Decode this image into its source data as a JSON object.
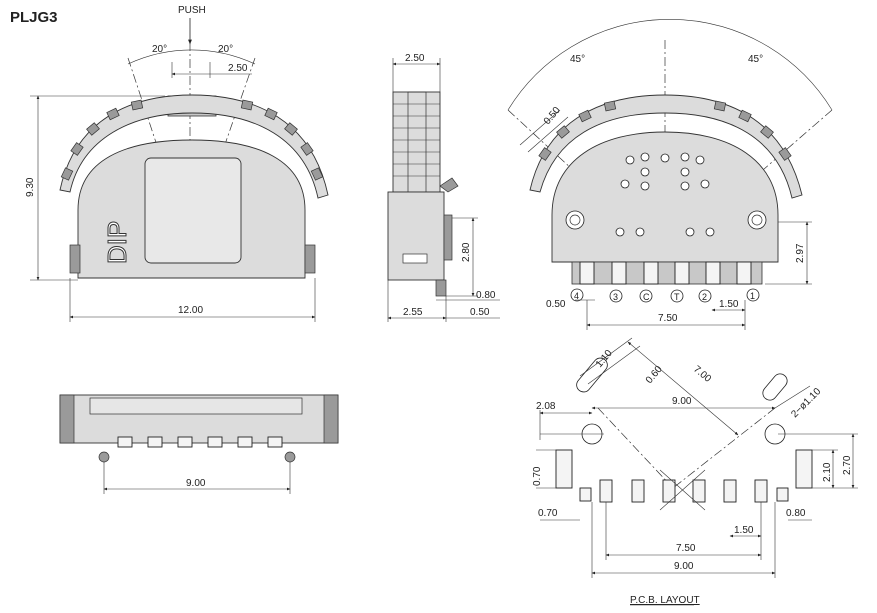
{
  "title": "PLJG3",
  "front_view": {
    "push_label": "PUSH",
    "angle_left": "20°",
    "angle_right": "20°",
    "dim_250": "2.50",
    "dim_930": "9.30",
    "dim_1200": "12.00",
    "marking": "DIP"
  },
  "side_view": {
    "dim_top": "2.50",
    "dim_280": "2.80",
    "dim_080": "0.80",
    "dim_255": "2.55",
    "dim_050": "0.50"
  },
  "back_view": {
    "angle_left": "45°",
    "angle_right": "45°",
    "dim_050_diag": "0.50",
    "dim_297": "2.97",
    "dim_050": "0.50",
    "dim_150": "1.50",
    "dim_750": "7.50",
    "pin_labels": [
      "4",
      "3",
      "C",
      "T",
      "2",
      "1"
    ]
  },
  "bottom_view": {
    "dim_900": "9.00"
  },
  "pcb_layout": {
    "label": "P.C.B. LAYOUT",
    "dim_110": "1.10",
    "dim_060": "0.60",
    "dim_700": "7.00",
    "dim_900_top": "9.00",
    "dim_hole": "2−ø1.10",
    "dim_208": "2.08",
    "dim_070_v": "0.70",
    "dim_210": "2.10",
    "dim_270": "2.70",
    "dim_070_h": "0.70",
    "dim_080": "0.80",
    "dim_150": "1.50",
    "dim_750": "7.50",
    "dim_900_bottom": "9.00"
  }
}
